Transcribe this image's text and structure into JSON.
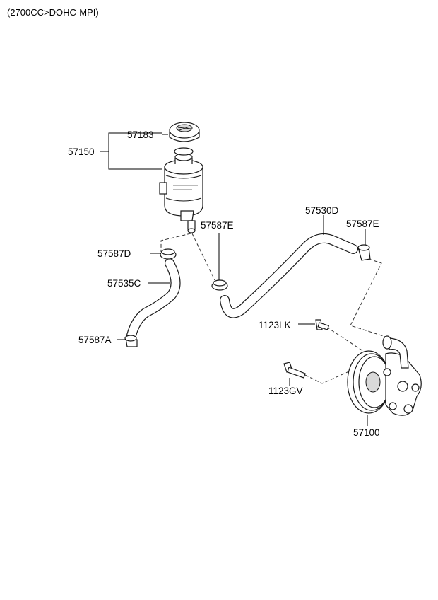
{
  "header": {
    "engine": "(2700CC>DOHC-MPI)"
  },
  "callouts": {
    "c57183": "57183",
    "c57150": "57150",
    "c57587E_left": "57587E",
    "c57587D": "57587D",
    "c57535C": "57535C",
    "c57587A": "57587A",
    "c57530D": "57530D",
    "c57587E_right": "57587E",
    "c1123LK": "1123LK",
    "c1123GV": "1123GV",
    "c57100": "57100"
  }
}
